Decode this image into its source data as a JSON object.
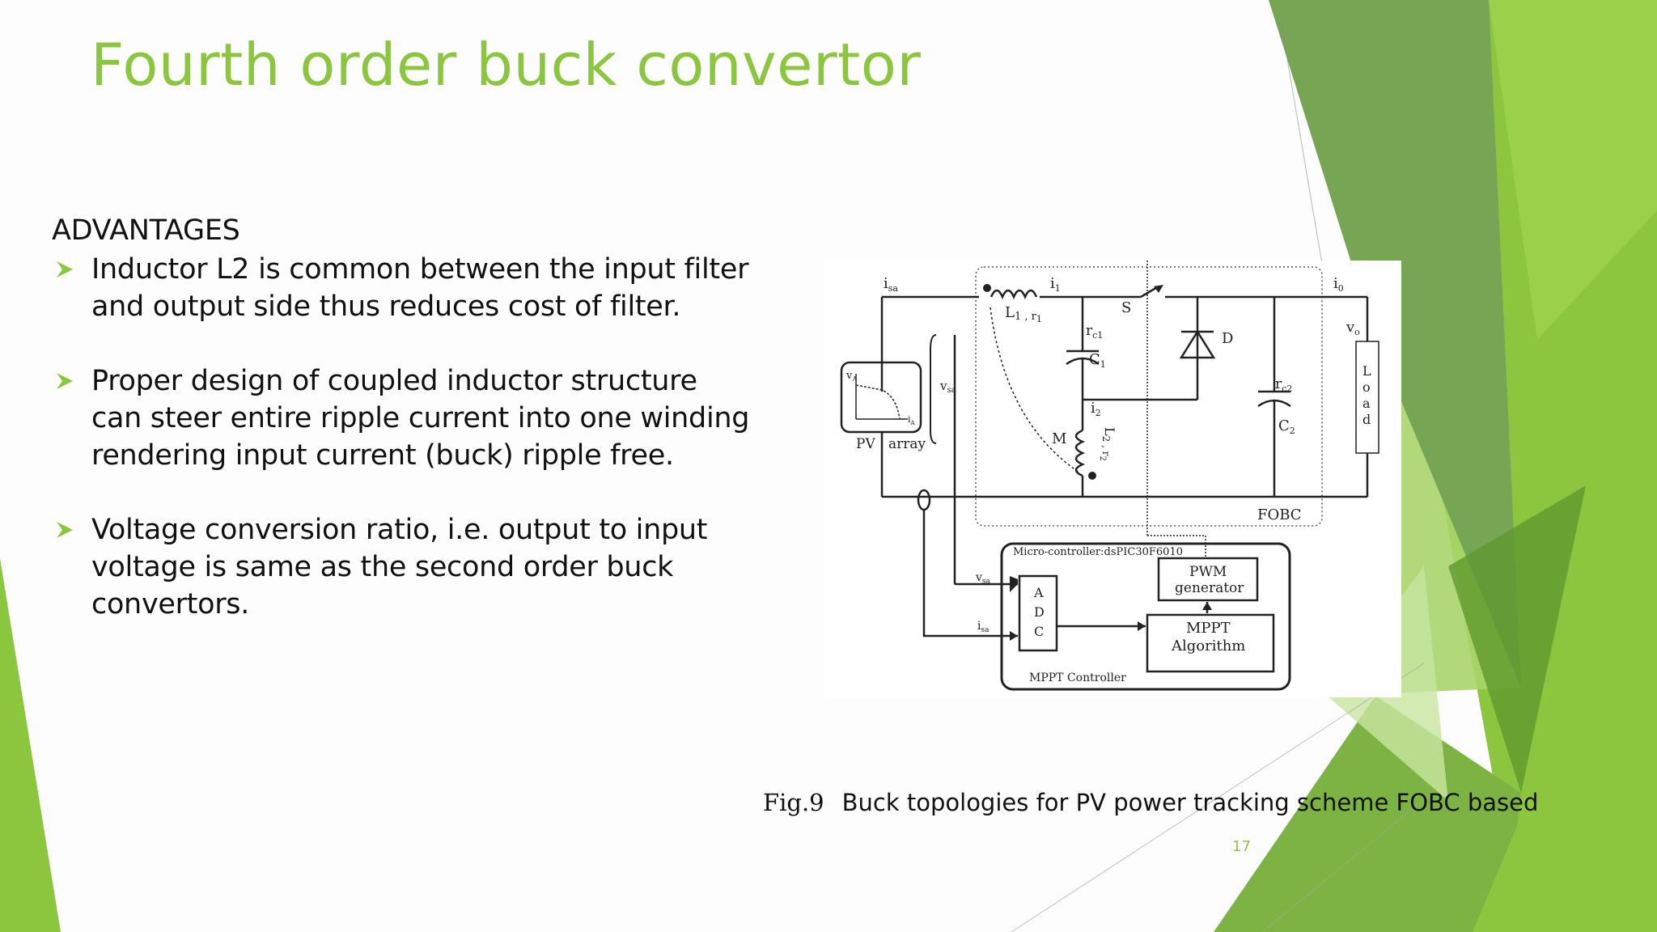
{
  "slide": {
    "title": "Fourth order buck convertor",
    "heading": "ADVANTAGES",
    "bullets": [
      "Inductor L2 is common between the input filter and output side thus reduces cost of filter.",
      "Proper design of coupled inductor structure can steer entire ripple current into one winding rendering input current (buck)  ripple free.",
      "Voltage conversion ratio, i.e. output to input voltage is same as the second order buck convertors."
    ],
    "caption_fig": "Fig.9",
    "caption_text": "Buck topologies for PV power tracking scheme FOBC based",
    "page_number": "17",
    "accent_color": "#8cc63f",
    "bullet_icon": "arrow-bullet-icon"
  },
  "diagram": {
    "i_sa": "i",
    "i_sa_sub": "sa",
    "i_1": "i",
    "i_1_sub": "1",
    "L1r1": "L",
    "L1r1_rest": "1 , r",
    "L1r1_sub": "1",
    "S": "S",
    "D": "D",
    "i_o": "i",
    "i_o_sub": "0",
    "v_o": "v",
    "v_o_sub": "o",
    "rc1": "r",
    "rc1_sub": "c1",
    "C1": "C",
    "C1_sub": "1",
    "rc2": "r",
    "rc2_sub": "c2",
    "C2": "C",
    "C2_sub": "2",
    "load": [
      "L",
      "o",
      "a",
      "d"
    ],
    "i_2": "i",
    "i_2_sub": "2",
    "M": "M",
    "L2r2": "L",
    "L2r2_rest": "2 , r",
    "L2r2_sub": "2",
    "v_sa": "v",
    "v_sa_sub": "sa",
    "v_A": "v",
    "v_A_sub": "A",
    "i_A": "i",
    "i_A_sub": "A",
    "pv_label": "PV",
    "array_label": "array",
    "fobc_label": "FOBC",
    "mc_label": "Micro-controller:dsPIC30F6010",
    "pwm_line1": "PWM",
    "pwm_line2": "generator",
    "adc": [
      "A",
      "D",
      "C"
    ],
    "mppt_line1": "MPPT",
    "mppt_line2": "Algorithm",
    "mppt_controller": "MPPT Controller",
    "vsa_in": "v",
    "vsa_in_sub": "sa",
    "isa_in": "i",
    "isa_in_sub": "sa"
  }
}
